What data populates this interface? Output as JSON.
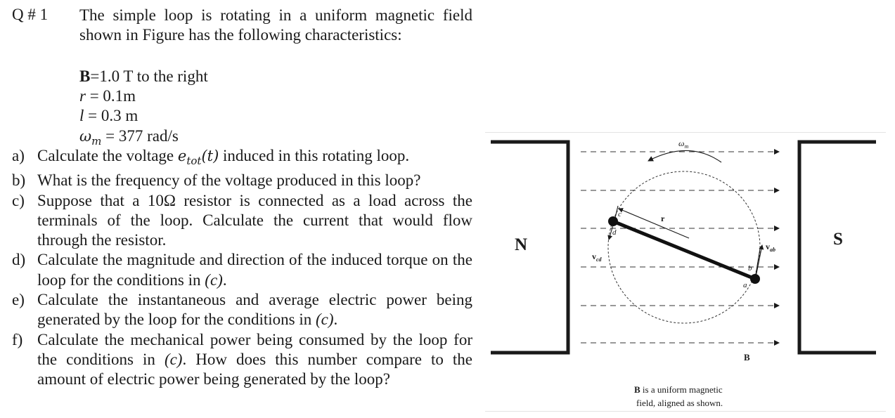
{
  "question": {
    "number": "Q # 1",
    "intro": "The simple loop is rotating in a uniform magnetic field shown in Figure has the following characteristics:",
    "specs": {
      "b_label": "B",
      "b_value": "=1.0 T to the right",
      "r_sym": "r",
      "r_value": " = 0.1m",
      "l_sym": "l",
      "l_value": " = 0.3 m",
      "w_sym": "ω",
      "w_sub": "m",
      "w_value": " = 377 rad/s"
    },
    "parts": [
      {
        "label": "a)",
        "pre": "Calculate the voltage ",
        "math": "e",
        "math_sub": "tot",
        "math_tail": "(t)",
        "post": " induced in this rotating loop."
      },
      {
        "label": "b)",
        "text": "What is the frequency of the voltage produced in this loop?"
      },
      {
        "label": "c)",
        "text": "Suppose that a 10Ω resistor is connected as a load across the terminals of the loop. Calculate the current that would flow through the resistor."
      },
      {
        "label": "d)",
        "text": "Calculate the magnitude and direction of the induced torque on the loop for the conditions in ",
        "ref": "(c)",
        "post": "."
      },
      {
        "label": "e)",
        "text": "Calculate the instantaneous and average electric power being generated by the loop for the conditions in ",
        "ref": "(c)",
        "post": "."
      },
      {
        "label": "f)",
        "text": "Calculate the mechanical power being consumed by the loop for the conditions in ",
        "ref": "(c)",
        "post": ". How does this number compare to the amount of electric power being generated by the loop?"
      }
    ]
  },
  "figure": {
    "pole_left": "N",
    "pole_right": "S",
    "omega": "ω",
    "omega_sub": "m",
    "r": "r",
    "c": "c",
    "d": "d",
    "b": "b",
    "a": "a",
    "v_cd": "v",
    "v_cd_sub": "cd",
    "v_ab": "v",
    "v_ab_sub": "ab",
    "field": "B",
    "caption_bold": "B",
    "caption_rest": " is a uniform magnetic",
    "caption_line2": "field, aligned as shown.",
    "colors": {
      "ink": "#1a1a1a",
      "dashed": "#333333"
    }
  }
}
